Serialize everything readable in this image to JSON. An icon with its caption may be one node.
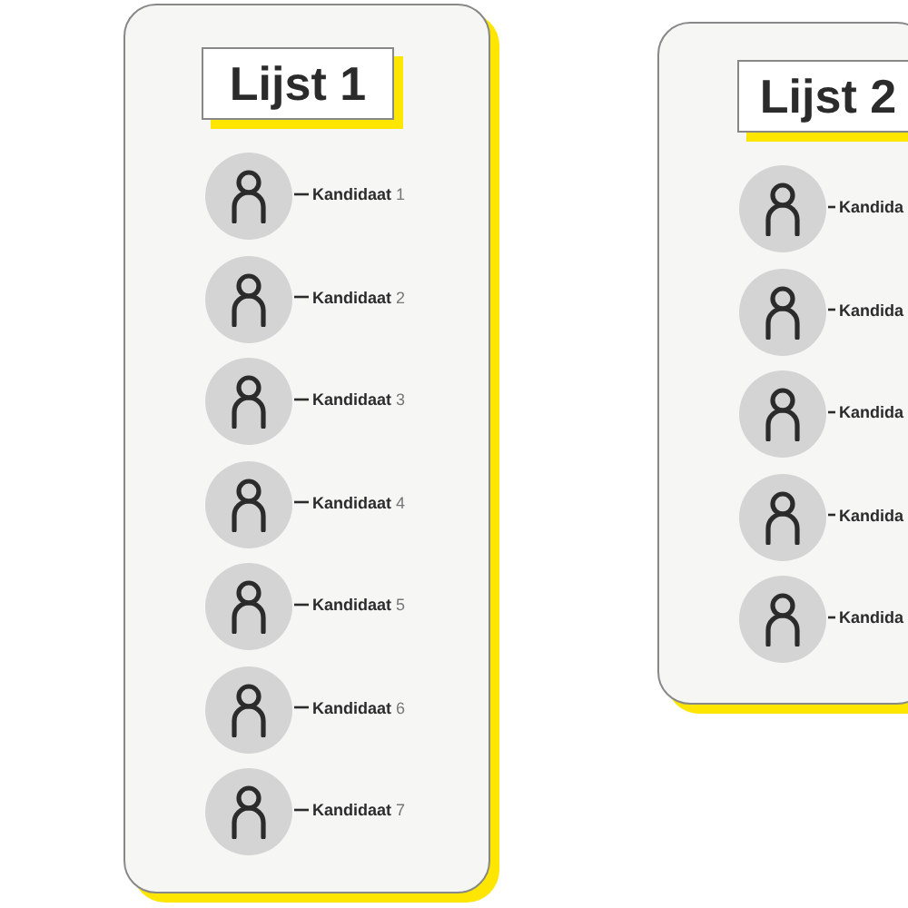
{
  "diagram": {
    "nodes": [
      {
        "text": [],
        "shape": "box"
      },
      {
        "text": [
          "Lijst 1"
        ],
        "in": 0
      },
      {
        "text": [],
        "shape": "person",
        "in": 0
      },
      {
        "text": [
          "**Kandidaat** 1"
        ],
        "in": 0
      },
      {
        "text": [],
        "shape": "person",
        "in": 0
      },
      {
        "text": [
          "**Kandidaat** 2"
        ],
        "in": 0
      },
      {
        "text": [],
        "shape": "person",
        "in": 0
      },
      {
        "text": [
          "**Kandidaat** 3"
        ],
        "in": 0
      },
      {
        "text": [],
        "shape": "person",
        "in": 0
      },
      {
        "text": [
          "**Kandidaat** 4"
        ],
        "in": 0
      },
      {
        "text": [],
        "shape": "person",
        "in": 0
      },
      {
        "text": [
          "**Kandidaat** 5"
        ],
        "in": 0
      },
      {
        "text": [],
        "shape": "person",
        "in": 0
      },
      {
        "text": [
          "**Kandidaat** 6"
        ],
        "in": 0
      },
      {
        "text": [],
        "shape": "person",
        "in": 0
      },
      {
        "text": [
          "**Kandidaat** 7"
        ],
        "in": 0
      },
      {
        "text": [],
        "shape": "box"
      },
      {
        "text": [
          "Lijst 2"
        ],
        "in": 16
      },
      {
        "text": [],
        "shape": "person",
        "in": 16
      },
      {
        "text": [
          "**Kandida**"
        ],
        "in": 16
      },
      {
        "text": [],
        "shape": "person",
        "in": 16
      },
      {
        "text": [
          "**Kandida**"
        ],
        "in": 16
      },
      {
        "text": [],
        "shape": "person",
        "in": 16
      },
      {
        "text": [
          "**Kandida**"
        ],
        "in": 16
      },
      {
        "text": [],
        "shape": "person",
        "in": 16
      },
      {
        "text": [
          "**Kandida**"
        ],
        "in": 16
      },
      {
        "text": [],
        "shape": "person",
        "in": 16
      },
      {
        "text": [
          "**Kandida**"
        ],
        "in": 16
      }
    ],
    "edges": [
      {
        "from": 2,
        "to": 3,
        "arrow": "none"
      },
      {
        "from": 4,
        "to": 5,
        "arrow": "none"
      },
      {
        "from": 6,
        "to": 7,
        "arrow": "none"
      },
      {
        "from": 8,
        "to": 9,
        "arrow": "none"
      },
      {
        "from": 10,
        "to": 11,
        "arrow": "none"
      },
      {
        "from": 12,
        "to": 13,
        "arrow": "none"
      },
      {
        "from": 14,
        "to": 15,
        "arrow": "none"
      },
      {
        "from": 18,
        "to": 19,
        "arrow": "none"
      },
      {
        "from": 20,
        "to": 21,
        "arrow": "none"
      },
      {
        "from": 22,
        "to": 23,
        "arrow": "none"
      },
      {
        "from": 24,
        "to": 25,
        "arrow": "none"
      },
      {
        "from": 26,
        "to": 27,
        "arrow": "none"
      }
    ]
  }
}
